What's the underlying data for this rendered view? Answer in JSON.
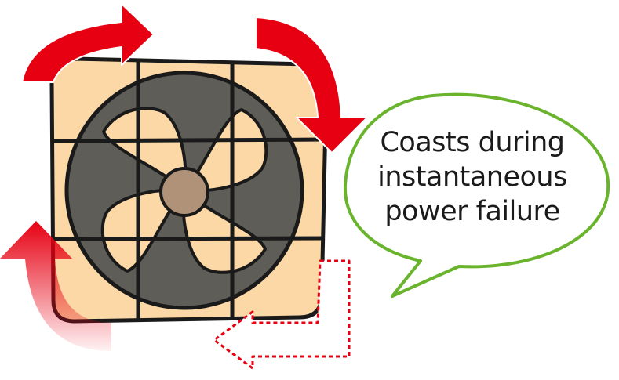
{
  "speech_bubble": {
    "lines": [
      "Coasts during",
      "instantaneous",
      "power failure"
    ]
  },
  "colors": {
    "arrow_red": "#e60012",
    "fan_frame_fill": "#fbd8a6",
    "fan_disc": "#5e5d58",
    "fan_hub": "#b09279",
    "outline": "#1a1a1a",
    "bubble_stroke": "#6ab42d"
  },
  "icons": [
    "fan-icon",
    "clockwise-arrow-icon",
    "dotted-coast-arrow-icon",
    "fading-arrow-icon"
  ]
}
